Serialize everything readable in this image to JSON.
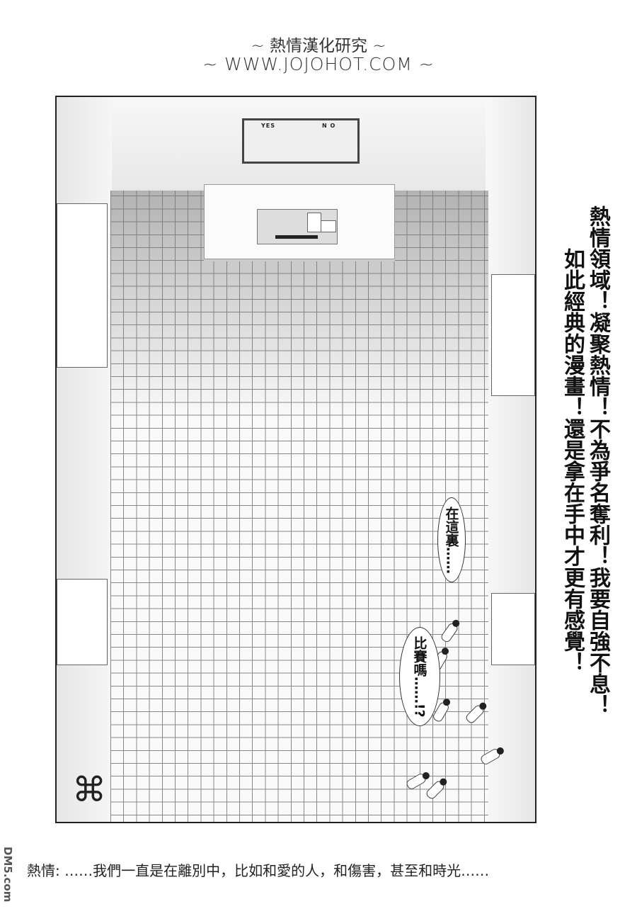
{
  "header": {
    "credit_line1": "~ 熱情漢化研究 ~",
    "credit_line2": "~ WWW.JOJOHOT.COM ~"
  },
  "panel": {
    "sign_yes": "YES",
    "sign_no": "N O",
    "bubble1": "在這裏……",
    "bubble2": "比賽嗎……!?"
  },
  "side_text": {
    "column1": "如此經典的漫畫！還是拿在手中才更有感覺！",
    "column2": "熱情領域！凝聚熱情！不為爭名奪利！我要自強不息！"
  },
  "caption": "熱情: ……我們一直是在離別中，比如和愛的人，和傷害，甚至和時光……",
  "watermark": "DM5.com"
}
